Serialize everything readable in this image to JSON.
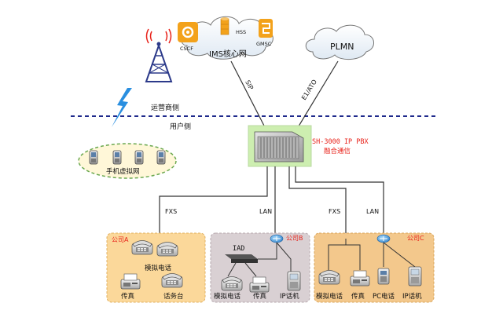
{
  "network": {
    "operator_side_label": "运营商侧",
    "user_side_label": "用户侧",
    "ims_core": {
      "label": "IMS核心网",
      "cscf": "CSCF",
      "hss": "HSS",
      "gmsc": "GMSC"
    },
    "plmn_label": "PLMN",
    "links": {
      "sip": "SIP",
      "e1_ato": "E1/ATO",
      "fxs_left": "FXS",
      "lan_left": "LAN",
      "fxs_right": "FXS",
      "lan_right": "LAN"
    },
    "pbx": {
      "model": "SH-3000 IP PBX",
      "subtitle": "融合通信"
    },
    "mobile_vpn_label": "手机虚拟网"
  },
  "companies": {
    "a": {
      "label": "公司A",
      "fill": "#fbd89a",
      "items": [
        "模拟电话",
        "传真",
        "话务台"
      ]
    },
    "b": {
      "label": "公司B",
      "fill": "#d9d0d3",
      "iad": "IAD",
      "items": [
        "模拟电话",
        "传真",
        "IP话机"
      ]
    },
    "c": {
      "label": "公司C",
      "fill": "#f3c88c",
      "items": [
        "模拟电话",
        "传真",
        "PC电话",
        "IP话机"
      ]
    }
  },
  "colors": {
    "label_red": "#e8231b",
    "divider_blue": "#1f2a8c",
    "lightning_blue": "#2a8fe0",
    "pbx_green": "#cdeeb0"
  }
}
